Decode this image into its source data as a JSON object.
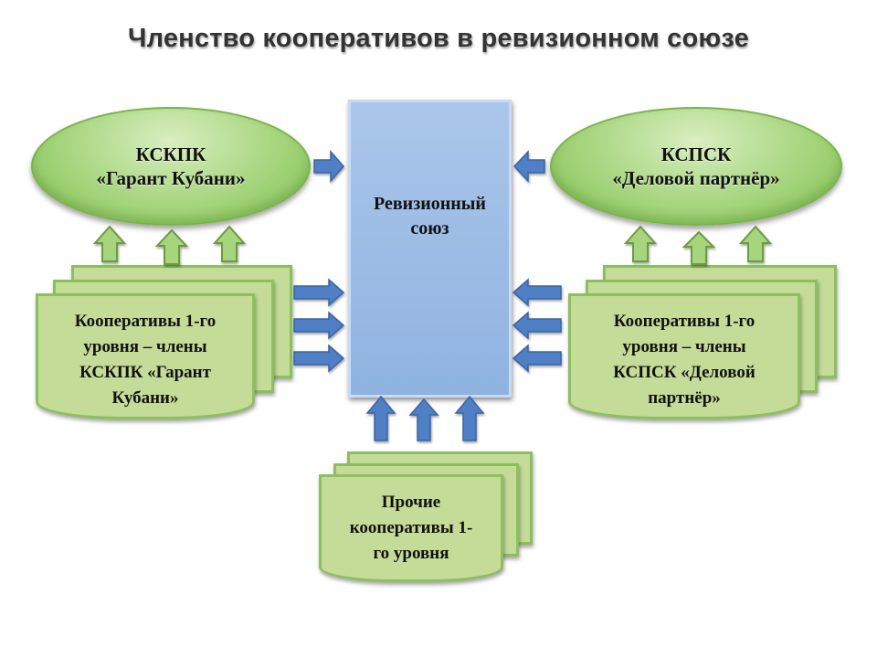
{
  "title": "Членство кооперативов в ревизионном союзе",
  "left_union": {
    "line1": "КСКПК",
    "line2": "«Гарант  Кубани»"
  },
  "right_union": {
    "line1": "КСПСК",
    "line2": "«Деловой партнёр»"
  },
  "center": {
    "line1": "Ревизионный",
    "line2": "союз"
  },
  "left_coops": {
    "line1": "Кооперативы 1-го",
    "line2": "уровня – члены",
    "line3": "КСКПК «Гарант",
    "line4": "Кубани»"
  },
  "right_coops": {
    "line1": "Кооперативы 1-го",
    "line2": "уровня – члены",
    "line3": "КСПСК «Деловой",
    "line4": "партнёр»"
  },
  "other_coops": {
    "line1": "Прочие",
    "line2": "кооперативы 1-",
    "line3": "го  уровня"
  },
  "colors": {
    "green_fill": "#c4dc98",
    "green_border": "#8cc05e",
    "blue_fill": "#95b8e3",
    "arrow_blue": "#4f7fc4",
    "arrow_green": "#a6d57e"
  }
}
